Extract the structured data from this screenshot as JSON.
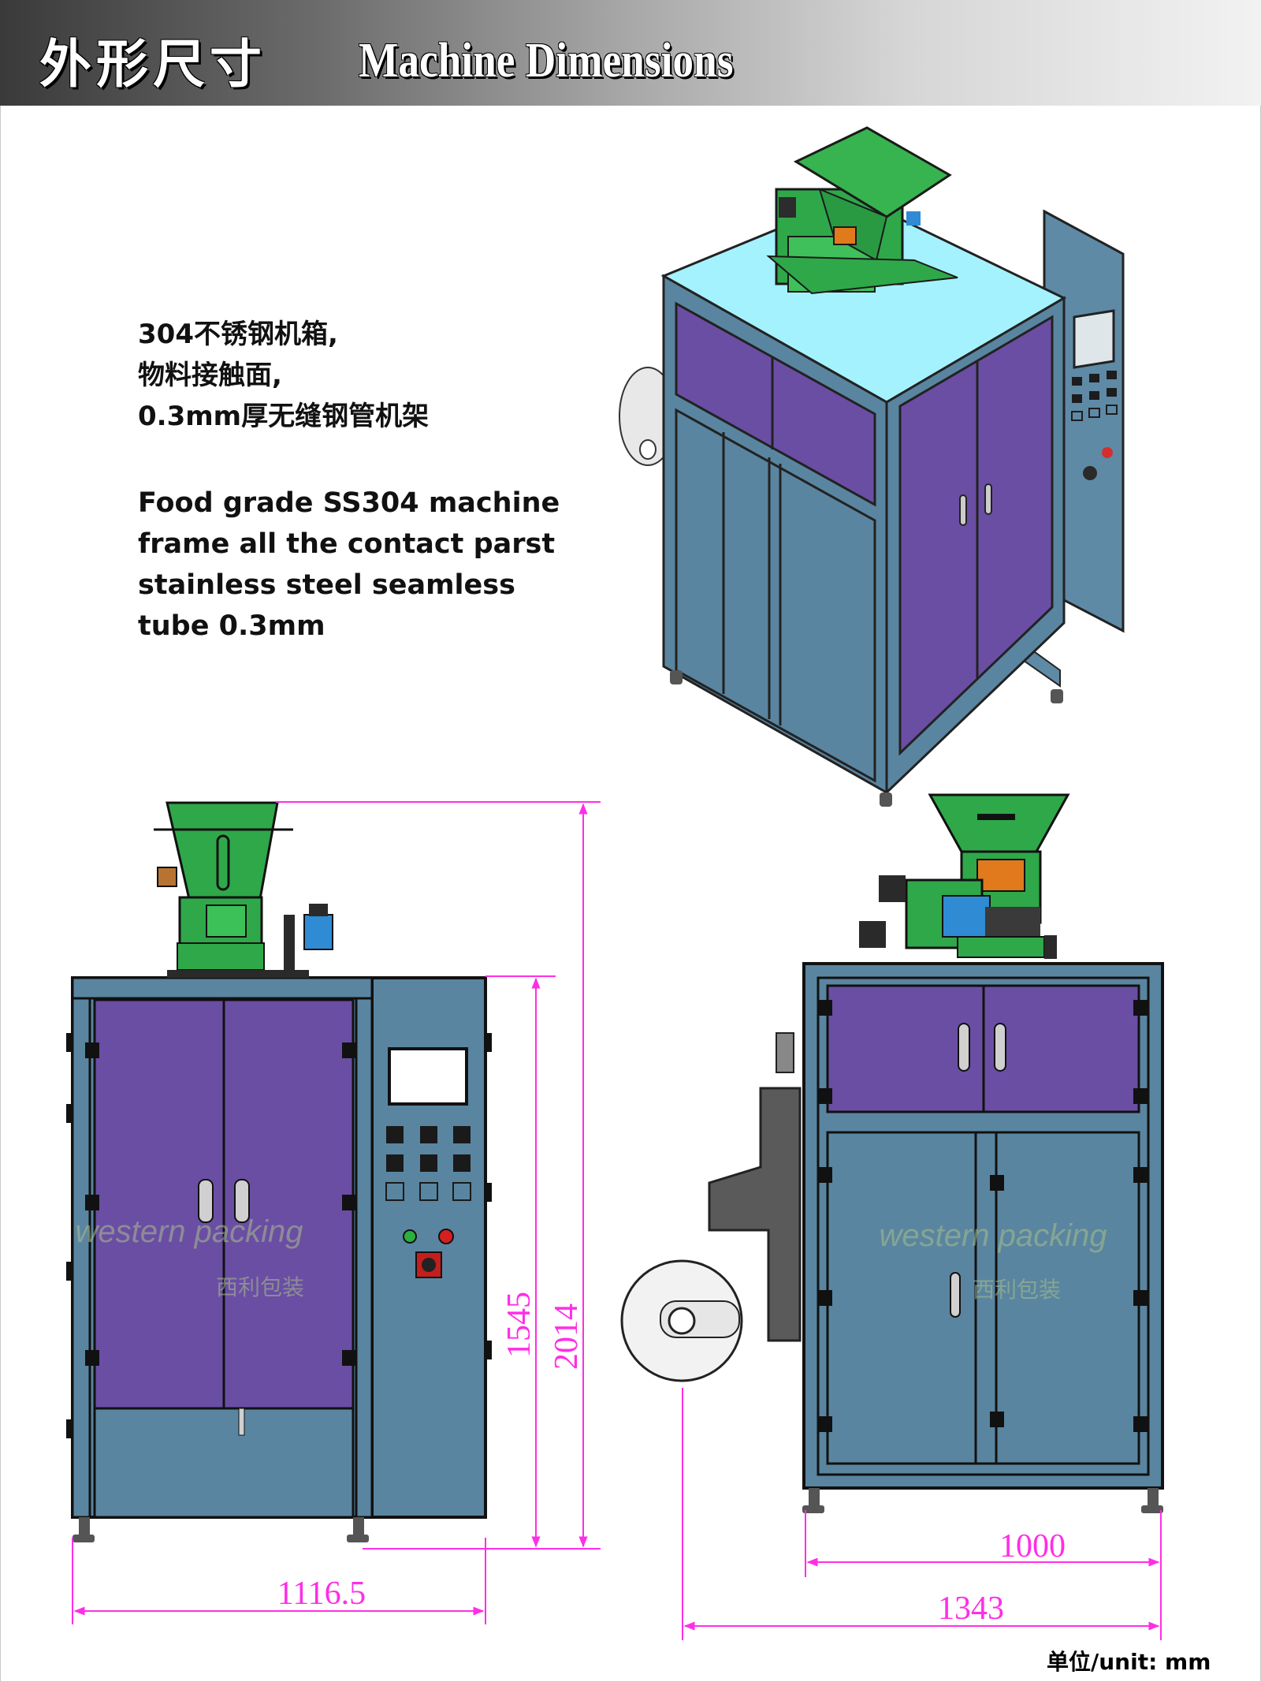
{
  "header": {
    "title_cn": "外形尺寸",
    "title_en": "Machine Dimensions"
  },
  "description": {
    "cn_lines": [
      "304不锈钢机箱,",
      "物料接触面,",
      "0.3mm厚无缝钢管机架"
    ],
    "en_lines": [
      "Food grade SS304 machine",
      "frame all the contact parst",
      "stainless steel seamless",
      "tube 0.3mm"
    ]
  },
  "watermark": {
    "en": "western packing",
    "cn": "西利包装"
  },
  "dimensions": {
    "front_width": "1116.5",
    "cabinet_height": "1545",
    "total_height": "2014",
    "side_body_width": "1000",
    "side_total_width": "1343"
  },
  "unit_note": "单位/unit: mm",
  "colors": {
    "cabinet_blue": "#5b87a3",
    "door_purple": "#6c4fa6",
    "hopper_green": "#2fa84a",
    "top_cyan": "#9ff0ff",
    "dimension_magenta": "#ff2ee6"
  }
}
